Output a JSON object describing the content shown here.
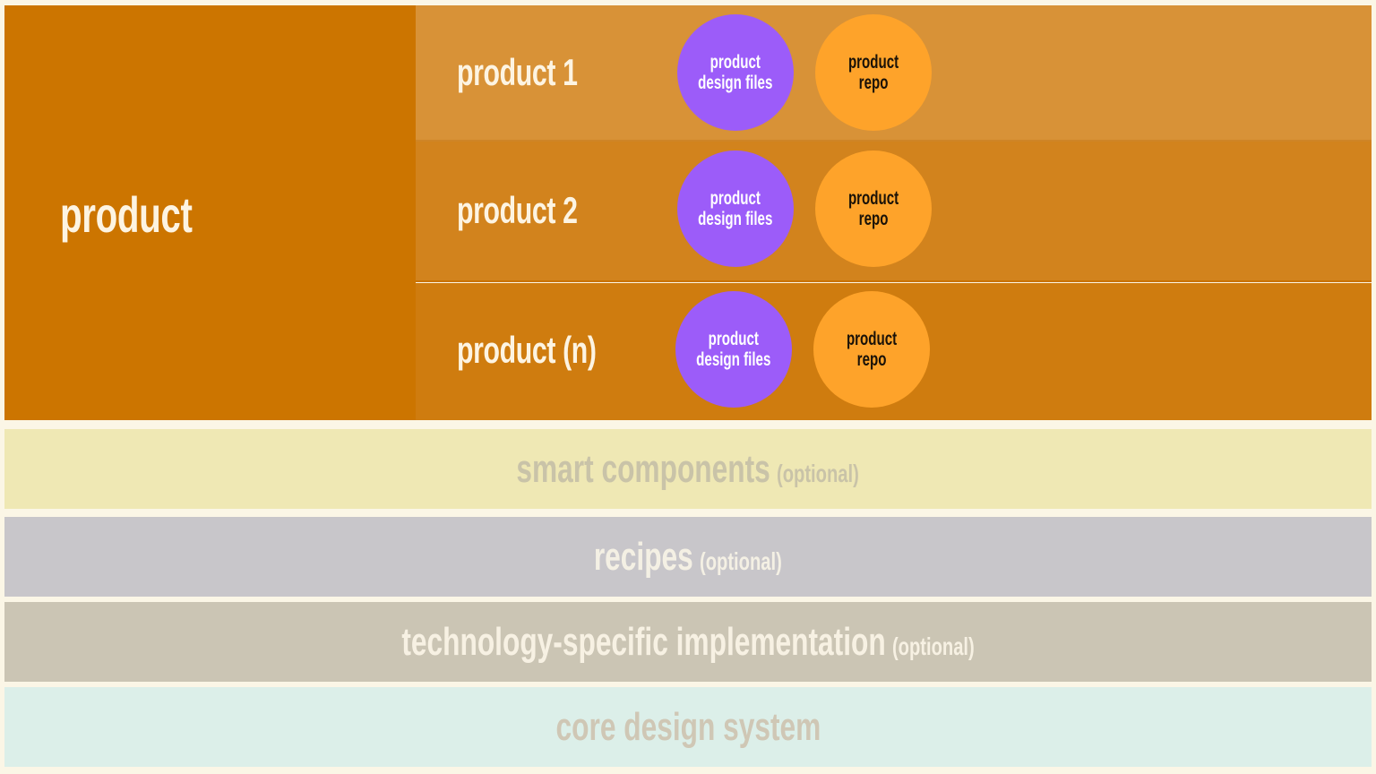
{
  "product": {
    "title": "product",
    "rows": [
      {
        "label": "product 1",
        "design_bubble": "product\ndesign files",
        "repo_bubble": "product\nrepo"
      },
      {
        "label": "product 2",
        "design_bubble": "product\ndesign files",
        "repo_bubble": "product\nrepo"
      },
      {
        "label": "product (n)",
        "design_bubble": "product\ndesign files",
        "repo_bubble": "product\nrepo"
      }
    ]
  },
  "layers": {
    "smart_components": {
      "label": "smart components",
      "note": "(optional)"
    },
    "recipes": {
      "label": "recipes",
      "note": "(optional)"
    },
    "tech_implementation": {
      "label": "technology-specific implementation",
      "note": "(optional)"
    },
    "core_design_system": {
      "label": "core design system"
    }
  },
  "colors": {
    "product_main": "#cc7500",
    "row1": "#d89237",
    "row2": "#d2831d",
    "row3": "#cf7c0f",
    "design_bubble": "#9c5cf9",
    "repo_bubble": "#fea32a",
    "smart_components": "#efe8b4",
    "recipes": "#c8c6ca",
    "tech_implementation": "#cbc5b4",
    "core_design_system": "#dcefe9",
    "background": "#fbf6e6"
  }
}
